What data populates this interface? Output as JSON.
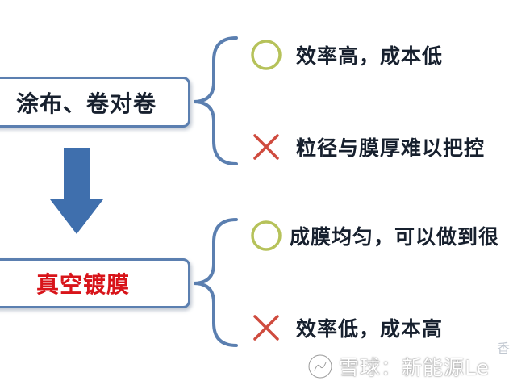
{
  "diagram": {
    "methods": [
      {
        "label": "涂布、卷对卷",
        "items": [
          {
            "mark": "circle-icon",
            "text": "效率高，成本低"
          },
          {
            "mark": "cross-icon",
            "text": "粒径与膜厚难以把控"
          }
        ]
      },
      {
        "label": "真空镀膜",
        "items": [
          {
            "mark": "circle-icon",
            "text": "成膜均匀，可以做到很"
          },
          {
            "mark": "cross-icon",
            "text": "效率低，成本高"
          }
        ]
      }
    ],
    "colors": {
      "box_border": "#5b7fb0",
      "arrow": "#3f6fad",
      "brace": "#5b7fb0",
      "circle": "#b6c25a",
      "cross": "#cf4b3e",
      "highlight_text": "#d8141a"
    }
  },
  "watermark": {
    "icon": "xueqiu-logo-icon",
    "text": "雪球：新能源Le",
    "corner": "香"
  }
}
